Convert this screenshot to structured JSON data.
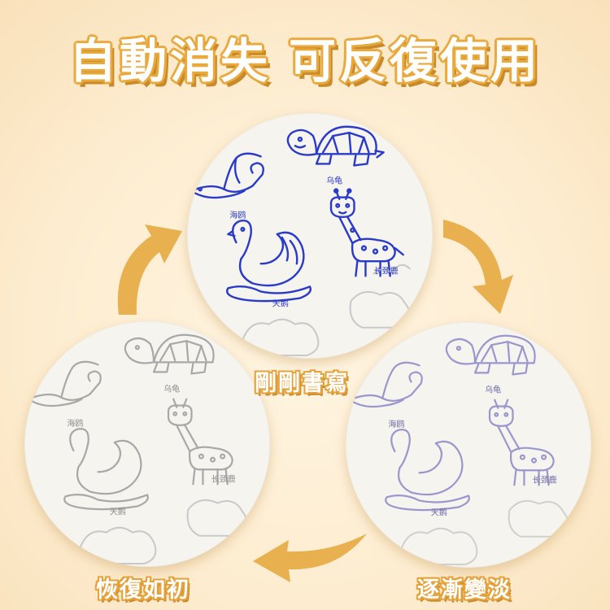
{
  "headline": {
    "part1": "自動消失",
    "part2": "可反復使用"
  },
  "steps": {
    "top": "剛剛書寫",
    "right": "逐漸變淡",
    "left": "恢復如初"
  },
  "animal_labels": {
    "turtle": "乌龟",
    "seagull": "海鸥",
    "giraffe": "长颈鹿",
    "swan": "天鹅"
  },
  "colors": {
    "background": "#fdeccf",
    "headline_outline": "#e9a93c",
    "arrow": "#e8b04f",
    "ink_fresh": "#2b3bc9",
    "ink_faded": "#8a87c8",
    "ink_gray": "#a8a8a8"
  },
  "icons": {
    "arrow_left": "curved-arrow-up-right",
    "arrow_right": "curved-arrow-down-right",
    "arrow_bottom": "curved-arrow-left"
  }
}
